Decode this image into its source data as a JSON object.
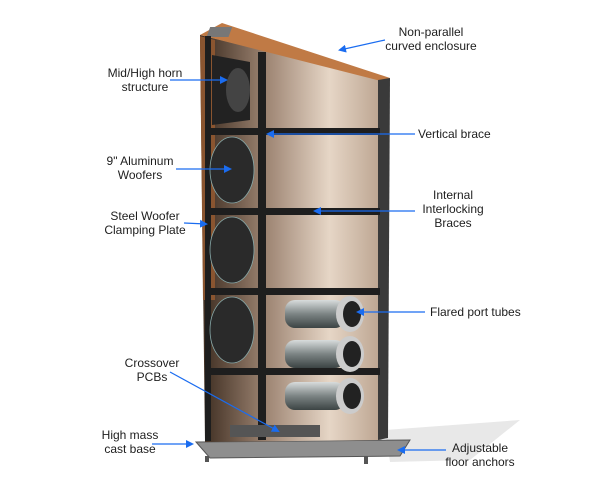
{
  "labels": {
    "enclosure": [
      "Non-parallel",
      "curved enclosure"
    ],
    "horn": [
      "Mid/High horn",
      "structure"
    ],
    "vertical_brace": [
      "Vertical brace"
    ],
    "woofers": [
      "9\" Aluminum",
      "Woofers"
    ],
    "braces": [
      "Internal",
      "Interlocking",
      "Braces"
    ],
    "clamping": [
      "Steel Woofer",
      "Clamping Plate"
    ],
    "port_tubes": [
      "Flared port tubes"
    ],
    "crossover": [
      "Crossover",
      "PCBs"
    ],
    "base": [
      "High mass",
      "cast base"
    ],
    "anchors": [
      "Adjustable",
      "floor anchors"
    ]
  },
  "colors": {
    "arrow": "#1a6cf0",
    "wood": "#c07a45",
    "glass": "#cdb8a4",
    "frame": "#1e1e1e"
  }
}
